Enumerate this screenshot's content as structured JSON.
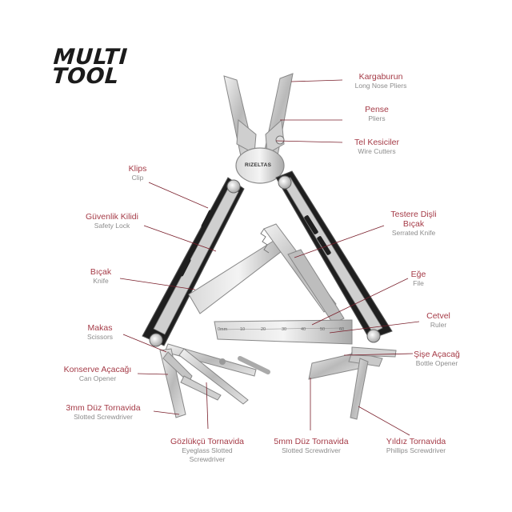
{
  "title": {
    "line1": "MULTI",
    "line2": "TOOL"
  },
  "brand": "RIZELTAS",
  "ruler_ticks": [
    "0mm",
    "10",
    "20",
    "30",
    "40",
    "50",
    "60"
  ],
  "labels": {
    "kargaburun": {
      "tr": "Kargaburun",
      "en": "Long Nose Pliers"
    },
    "pense": {
      "tr": "Pense",
      "en": "Pliers"
    },
    "tel_kesiciler": {
      "tr": "Tel Kesiciler",
      "en": "Wire Cutters"
    },
    "testere": {
      "tr1": "Testere Dişli",
      "tr2": "Bıçak",
      "en": "Serrated Knife"
    },
    "ege": {
      "tr": "Eğe",
      "en": "File"
    },
    "cetvel": {
      "tr": "Cetvel",
      "en": "Ruler"
    },
    "sise": {
      "tr": "Şişe Açacağ",
      "en": "Bottle Opener"
    },
    "yildiz": {
      "tr": "Yıldız Tornavida",
      "en": "Phillips Screwdriver"
    },
    "besmm": {
      "tr": "5mm Düz Tornavida",
      "en": "Slotted Screwdriver"
    },
    "gozlukcu": {
      "tr": "Gözlükçü Tornavida",
      "en1": "Eyeglass Slotted",
      "en2": "Screwdriver"
    },
    "ucmm": {
      "tr": "3mm Düz Tornavida",
      "en": "Slotted Screwdriver"
    },
    "konserve": {
      "tr": "Konserve Açacağı",
      "en": "Can Opener"
    },
    "makas": {
      "tr": "Makas",
      "en": "Scissors"
    },
    "bicak": {
      "tr": "Bıçak",
      "en": "Knife"
    },
    "guvenlik": {
      "tr": "Güvenlik Kilidi",
      "en": "Safety Lock"
    },
    "klips": {
      "tr": "Klips",
      "en": "Clip"
    }
  },
  "colors": {
    "label_tr": "#a53b47",
    "label_en": "#8c8c8c",
    "handle": "#1f1f1f",
    "steel": "#c9c9c9"
  }
}
